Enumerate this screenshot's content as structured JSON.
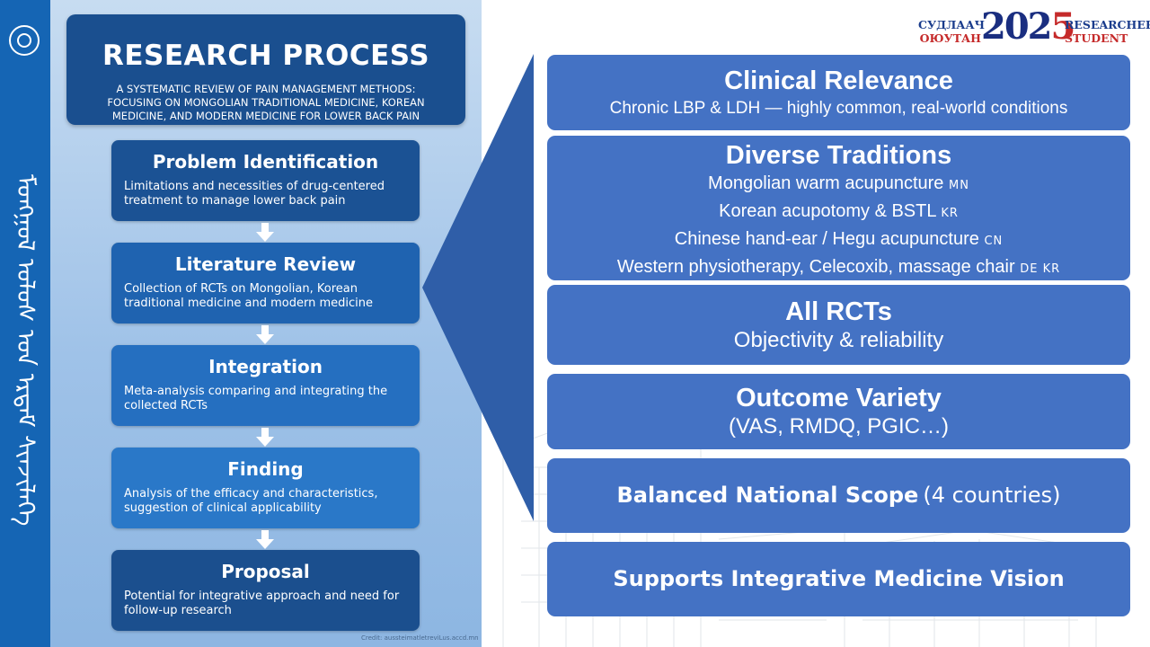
{
  "sidebar": {
    "emblem_icon": "state-emblem-icon",
    "vertical_script": "ᠮᠣᠩᠭᠣᠯ ᠣᠯᠣᠰ ᠤᠨ ᠡᠷᠳᠡᠮ ᠰᠢᠨᠵᠢᠯᠡᠭᠡ"
  },
  "process": {
    "title": "RESEARCH PROCESS",
    "subtitle_line1": "A SYSTEMATIC REVIEW OF PAIN MANAGEMENT METHODS:",
    "subtitle_line2": "FOCUSING ON MONGOLIAN TRADITIONAL MEDICINE, KOREAN",
    "subtitle_line3": "MEDICINE, AND MODERN MEDICINE FOR LOWER BACK PAIN",
    "steps": [
      {
        "title": "Problem Identification",
        "desc": "Limitations and necessities of drug-centered treatment to manage lower back pain"
      },
      {
        "title": "Literature Review",
        "desc": "Collection of RCTs on Mongolian, Korean traditional medicine and modern medicine"
      },
      {
        "title": "Integration",
        "desc": "Meta-analysis comparing and integrating the collected RCTs"
      },
      {
        "title": "Finding",
        "desc": "Analysis of the efficacy and characteristics, suggestion of clinical applicability"
      },
      {
        "title": "Proposal",
        "desc": "Potential for integrative approach and need for follow-up research"
      }
    ],
    "credit": "Credit: aussteimatletreviLus.accd.mn"
  },
  "logo": {
    "mn_line1": "СУДЛААЧ",
    "mn_line2": "ОЮУТАН",
    "year_a": "202",
    "year_b": "5",
    "en_line1": "RESEARCHER",
    "en_line2": "STUDENT"
  },
  "cards": {
    "clinical": {
      "title": "Clinical Relevance",
      "line": "Chronic LBP & LDH — highly common, real-world conditions"
    },
    "diverse": {
      "title": "Diverse Traditions",
      "items": [
        {
          "text": "Mongolian warm acupuncture",
          "tag": "MN"
        },
        {
          "text": "Korean acupotomy & BSTL",
          "tag": "KR"
        },
        {
          "text": "Chinese hand-ear / Hegu acupuncture",
          "tag": "CN"
        },
        {
          "text": "Western physiotherapy, Celecoxib, massage chair",
          "tag": "DE KR"
        }
      ]
    },
    "rcts": {
      "title": "All RCTs",
      "line": "Objectivity & reliability"
    },
    "outcome": {
      "title": "Outcome Variety",
      "line": "(VAS, RMDQ, PGIC…)"
    },
    "scope": {
      "bold": "Balanced National Scope",
      "normal": "(4 countries)"
    },
    "supports": {
      "title": "Supports Integrative Medicine Vision"
    }
  },
  "colors": {
    "sidebar": "#1565b4",
    "title_box": "#1a4f8f",
    "card": "#4472c4",
    "wedge": "#2f5ea8",
    "logo_red": "#c52a2a",
    "logo_blue": "#1a2e80"
  }
}
